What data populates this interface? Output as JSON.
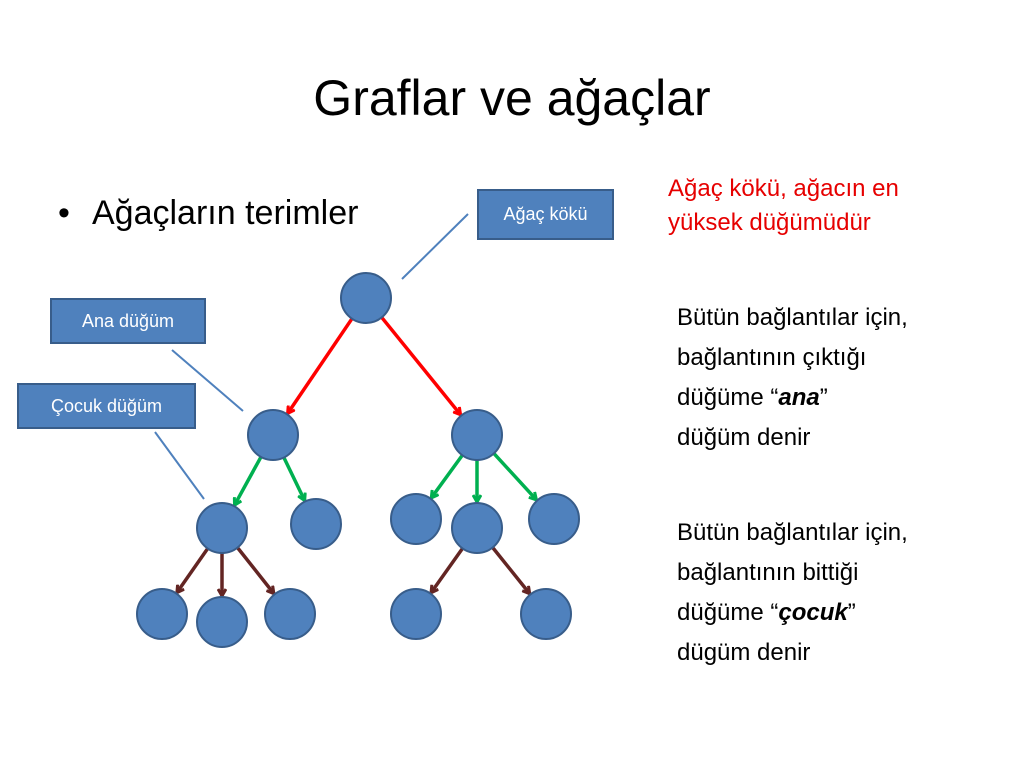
{
  "slide": {
    "title": "Graflar ve ağaçlar"
  },
  "bullet": {
    "symbol": "•",
    "text": "Ağaçların terimler"
  },
  "callouts": {
    "root": "Ağaç kökü",
    "parent": "Ana düğüm",
    "child": "Çocuk düğüm"
  },
  "notes": {
    "root_note_line1": "Ağaç kökü, ağacın en",
    "root_note_line2": "yüksek düğümüdür",
    "parent_para": {
      "line1": "Bütün bağlantılar için,",
      "line2": "bağlantının çıktığı",
      "line3_prefix": "düğüme “",
      "line3_emph": "ana",
      "line3_suffix": "”",
      "line4": "düğüm denir"
    },
    "child_para": {
      "line1": "Bütün bağlantılar için,",
      "line2": "bağlantının bittiği",
      "line3_prefix": "düğüme “",
      "line3_emph": "çocuk",
      "line3_suffix": "”",
      "line4": "dügüm denir"
    }
  },
  "colors": {
    "node_fill": "#4F81BD",
    "node_stroke": "#385D8A",
    "root_edges": "#FF0000",
    "level2_edges": "#00B050",
    "level3_edges": "#632523",
    "leader_line": "#4F81BD",
    "note_red": "#E60000"
  },
  "tree": {
    "nodes": [
      "root",
      "L",
      "R",
      "LA",
      "LB",
      "RA",
      "RB",
      "RC",
      "LA1",
      "LA2",
      "LA3",
      "RB1",
      "RB2"
    ],
    "edges": [
      {
        "from": "root",
        "to": "L",
        "group": "root_edges"
      },
      {
        "from": "root",
        "to": "R",
        "group": "root_edges"
      },
      {
        "from": "L",
        "to": "LA",
        "group": "level2_edges"
      },
      {
        "from": "L",
        "to": "LB",
        "group": "level2_edges"
      },
      {
        "from": "R",
        "to": "RA",
        "group": "level2_edges"
      },
      {
        "from": "R",
        "to": "RB",
        "group": "level2_edges"
      },
      {
        "from": "R",
        "to": "RC",
        "group": "level2_edges"
      },
      {
        "from": "LA",
        "to": "LA1",
        "group": "level3_edges"
      },
      {
        "from": "LA",
        "to": "LA2",
        "group": "level3_edges"
      },
      {
        "from": "LA",
        "to": "LA3",
        "group": "level3_edges"
      },
      {
        "from": "RB",
        "to": "RB1",
        "group": "level3_edges"
      },
      {
        "from": "RB",
        "to": "RB2",
        "group": "level3_edges"
      }
    ]
  }
}
